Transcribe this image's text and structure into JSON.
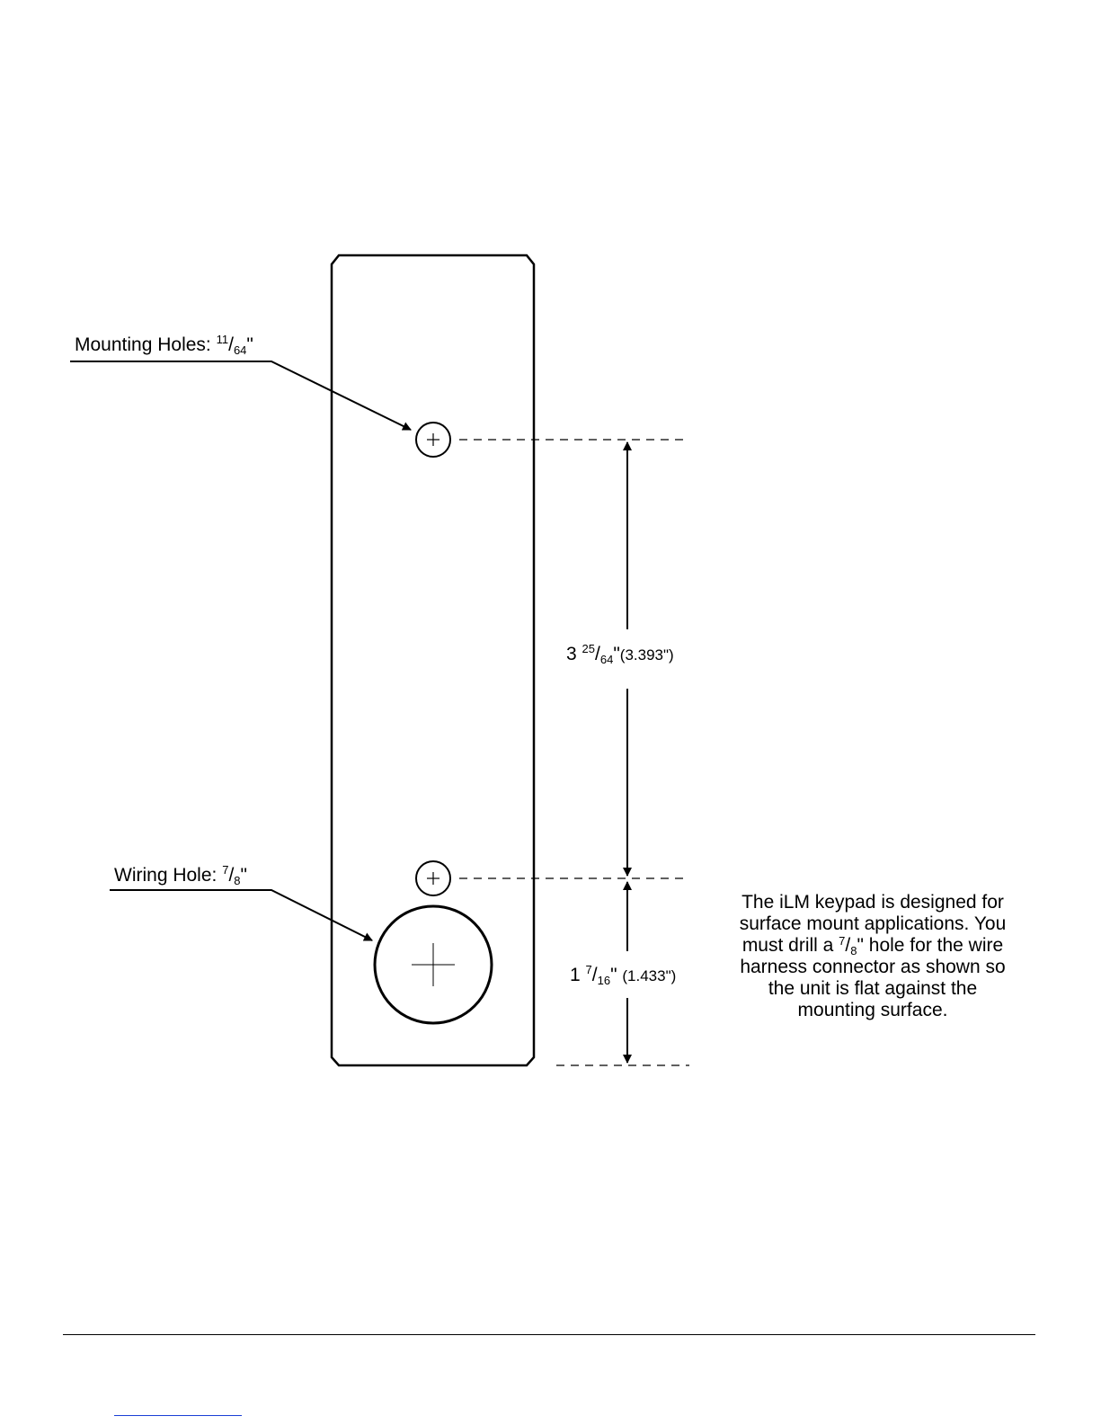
{
  "labels": {
    "mounting_holes": {
      "text": "Mounting Holes: ",
      "num": "11",
      "den": "64",
      "unit": "\""
    },
    "wiring_hole": {
      "text": "Wiring Hole: ",
      "num": "7",
      "den": "8",
      "unit": "\""
    },
    "dim_upper": {
      "whole": "3",
      "num": "25",
      "den": "64",
      "unit": "\"",
      "decimal": "(3.393\")"
    },
    "dim_lower": {
      "whole": "1",
      "num": "7",
      "den": "16",
      "unit": "\"",
      "decimal": "(1.433\")"
    }
  },
  "note": {
    "line1": "The iLM keypad is designed  for",
    "line2": "surface mount applications.  You",
    "line3_pre": "must drill a ",
    "line3_num": "7",
    "line3_den": "8",
    "line3_post": "\" hole for the wire",
    "line4": "harness connector as shown so",
    "line5": "the unit is flat against the",
    "line6": "mounting surface."
  }
}
